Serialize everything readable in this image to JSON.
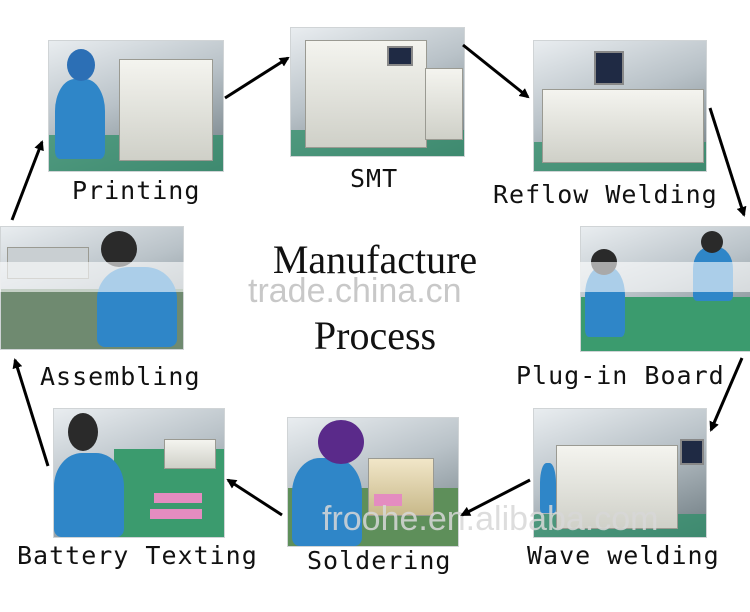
{
  "title_line1": "Manufacture",
  "title_line2": "Process",
  "watermark_main": "trade.china.cn",
  "watermark_footer": "froohe.en.alibaba.com",
  "steps": [
    {
      "label": "Printing"
    },
    {
      "label": "SMT"
    },
    {
      "label": "Reflow Welding"
    },
    {
      "label": "Plug-in Board"
    },
    {
      "label": "Wave welding"
    },
    {
      "label": "Soldering"
    },
    {
      "label": "Battery Texting"
    },
    {
      "label": "Assembling"
    }
  ],
  "colors": {
    "arrow": "#000000",
    "worker_shirt": "#2f86c8",
    "floor": "#2f8f6a"
  }
}
